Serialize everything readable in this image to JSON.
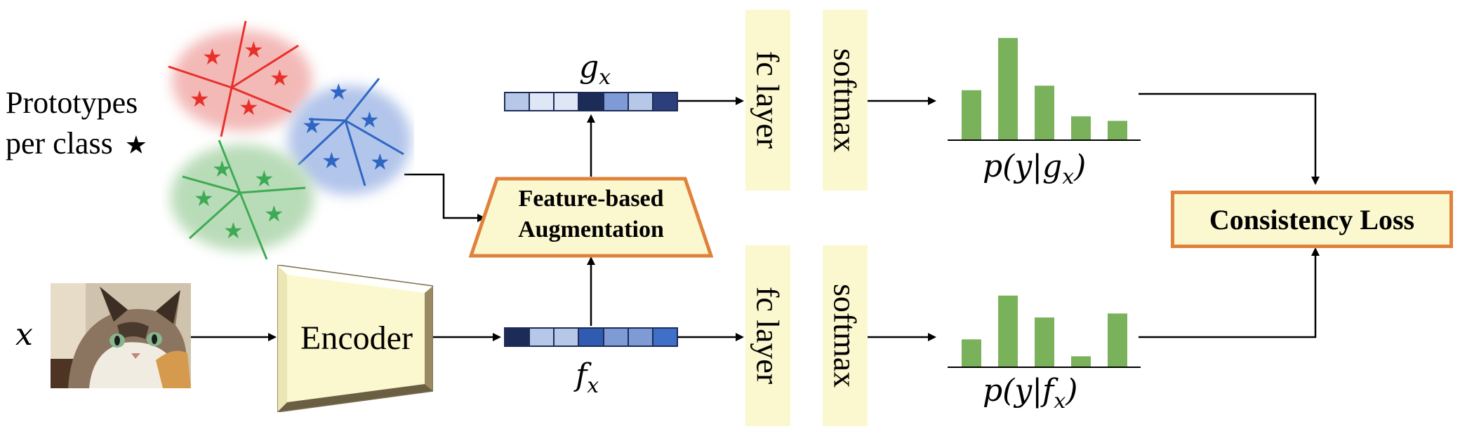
{
  "labels": {
    "prototypes_line1": "Prototypes",
    "prototypes_line2": "per class",
    "x": "x",
    "encoder": "Encoder",
    "g_x": "g",
    "g_x_sub": "x",
    "f_x": "f",
    "f_x_sub": "x",
    "augmentation_line1": "Feature-based",
    "augmentation_line2": "Augmentation",
    "fc_layer": "fc layer",
    "softmax": "softmax",
    "p_g": "p(y|g",
    "p_g_sub": "x",
    "p_f": "p(y|f",
    "p_f_sub": "x",
    "close_paren": ")",
    "consistency_loss": "Consistency Loss",
    "star_glyph": "★"
  },
  "colors": {
    "red_cluster": "#e8302a",
    "blue_cluster": "#2f66c4",
    "green_cluster": "#3faa55",
    "bar_green": "#79b25b",
    "box_yellow": "#fbf8cf",
    "orange_border": "#e0823c"
  },
  "feature_vectors": {
    "g_x": [
      "#b7c7e8",
      "#dfe6f5",
      "#dfe6f5",
      "#1d2c57",
      "#7e9bd6",
      "#b7c7e8",
      "#2c3f7b"
    ],
    "f_x": [
      "#1d2c57",
      "#b7c7e8",
      "#b7c7e8",
      "#2f5cb0",
      "#7e9bd6",
      "#7e9bd6",
      "#3f6fc6"
    ]
  },
  "distributions": {
    "p_g": [
      0.44,
      0.9,
      0.48,
      0.21,
      0.17
    ],
    "p_f": [
      0.28,
      0.72,
      0.5,
      0.11,
      0.54
    ]
  },
  "image": {
    "description_icon": "cat-photo"
  }
}
